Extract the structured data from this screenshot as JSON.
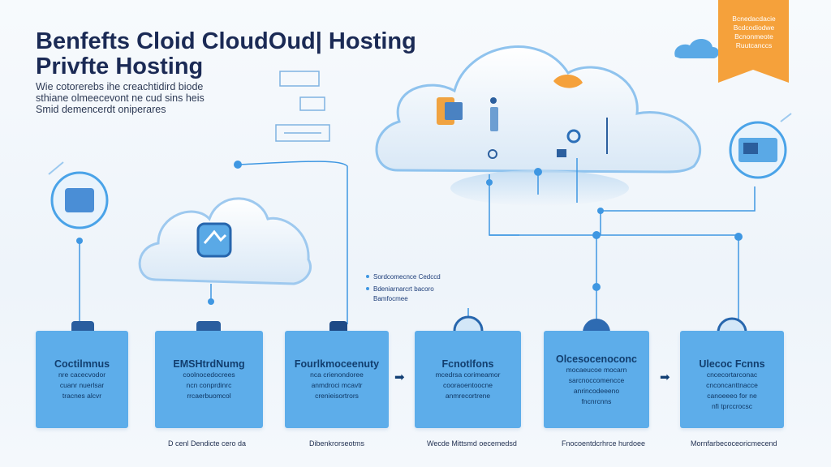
{
  "title": {
    "line1": "Benfefts Cloid CloudOud| Hosting",
    "line2": "Privfte Hosting"
  },
  "subtitle": [
    "Wie cotorerebs ihe creachtidird biode",
    "sthiane olmeecevont ne cud sins heis",
    "Smid demencerdt oniperares"
  ],
  "ribbon": [
    "Bcnedacdacie",
    "Bcdcodiodwe",
    "Bcnonmeote",
    "Ruutcanccs"
  ],
  "notes": [
    "Sordcomecnce Cedccd",
    "Bdeniarnarcrt bacoro",
    "Bamfocmee"
  ],
  "cards": [
    {
      "title": "Coctilmnus",
      "lines": [
        "nre cacecvodor",
        "cuanr nuerlsar",
        "tracnes alcvr"
      ]
    },
    {
      "title": "EMSHtrdNumg",
      "lines": [
        "coolnocedocrees",
        "ncn conprdinrc",
        "rrcaerbuomcol"
      ]
    },
    {
      "title": "Fourlkmoceenuty",
      "lines": [
        "nca crienondoree",
        "anmdroci mcavtr",
        "crenieisortrors"
      ]
    },
    {
      "title": "Fcnotlfons",
      "lines": [
        "mcedrsa corimeamor",
        "cooraoentoocne",
        "anmrecortrene"
      ]
    },
    {
      "title": "Olcesocenoconc",
      "lines": [
        "mocaeucoe mocarn",
        "sarcnoccomencce",
        "anrincodeeeno",
        "fncnrcnns"
      ]
    },
    {
      "title": "Ulecoc Fcnns",
      "lines": [
        "cncecortarconac",
        "cnconcanttnacce",
        "canoeeeo for ne",
        "nfi tprccrocsc"
      ]
    }
  ],
  "captions": [
    "D cenl Dendicte cero da",
    "Dibenkrorseotms",
    "Wecde Mittsmd oecemedsd",
    "Fnocoentdcrhrce hurdoee",
    "Mornfarbecoceoricmecend"
  ],
  "colors": {
    "accent": "#4aa3e8",
    "card": "#5dadea",
    "ribbon": "#f5a13b",
    "title": "#1b2a55"
  }
}
